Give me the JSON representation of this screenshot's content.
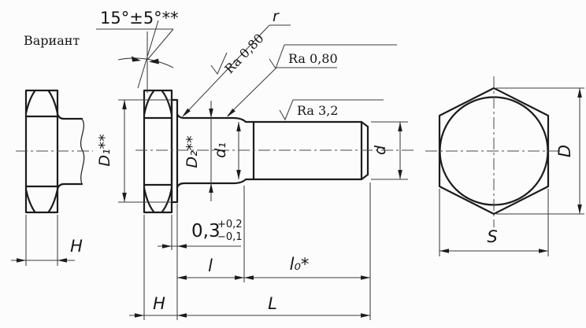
{
  "style": {
    "background": "#fcfcfc",
    "line_color": "#1c1c1c",
    "thin_line_color": "#3d3d3d",
    "text_color": "#161616"
  },
  "drawing": {
    "variant_view": {
      "caption": "Вариант",
      "head_height": "H"
    },
    "main_view": {
      "chamfer_angle": "15°±5°**",
      "fillet_radius": "r",
      "roughness_bearing_face": "Ra 0,80",
      "roughness_fillet": "Ra 0,80",
      "roughness_thread": "Ra 3,2",
      "flange_diameter": "D₁**",
      "collar_diameter": "D₂**",
      "shank_diameter": "d₁",
      "thread_diameter": "d",
      "head_height": "H",
      "grip_length": "l",
      "thread_length": "l₀*",
      "overall_length": "L",
      "flange_thickness": {
        "nominal": "0,3",
        "upper_dev": "+0,2",
        "lower_dev": "−0,1"
      }
    },
    "end_view": {
      "across_corners": "D",
      "across_flats": "S"
    }
  }
}
